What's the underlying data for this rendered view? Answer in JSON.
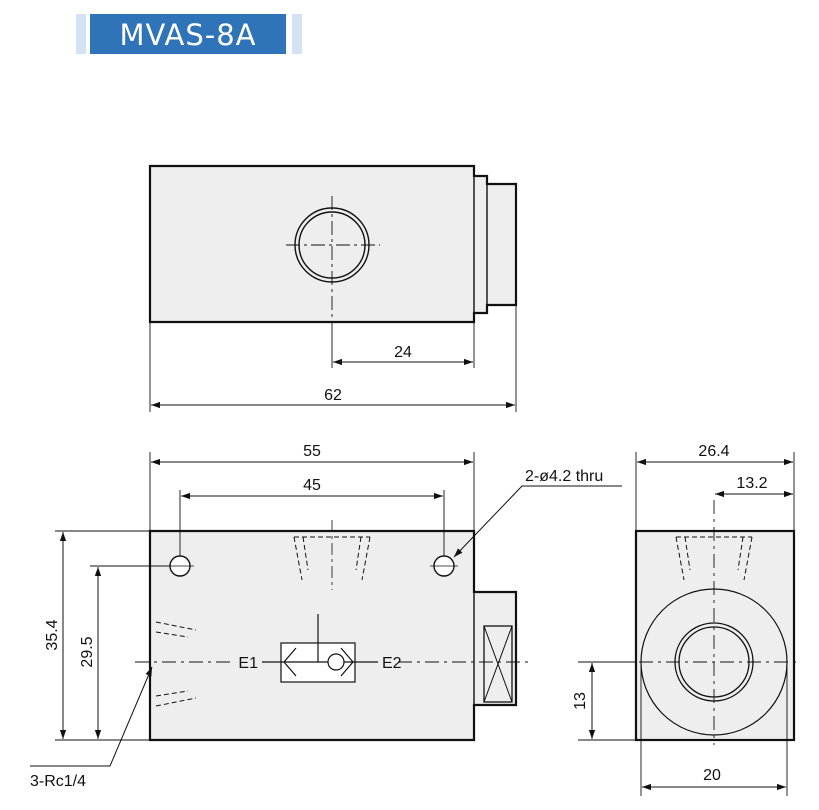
{
  "title": "MVAS-8A",
  "colors": {
    "title_bg": "#2f73b8",
    "title_edge": "#d3e3f3",
    "body_fill": "#eeeeee",
    "line": "#111111"
  },
  "top_view": {
    "dim_port_offset": "24",
    "dim_overall_length": "62"
  },
  "front_view": {
    "dim_body_length": "55",
    "dim_hole_pitch": "45",
    "hole_note": "2-ø4.2 thru",
    "dim_height": "35.4",
    "dim_hole_height": "29.5",
    "port_left_label": "E1",
    "port_right_label": "E2",
    "port_note": "3-Rc1/4"
  },
  "side_view": {
    "dim_width": "26.4",
    "dim_half_width": "13.2",
    "dim_port_height": "13",
    "dim_base_width": "20"
  }
}
